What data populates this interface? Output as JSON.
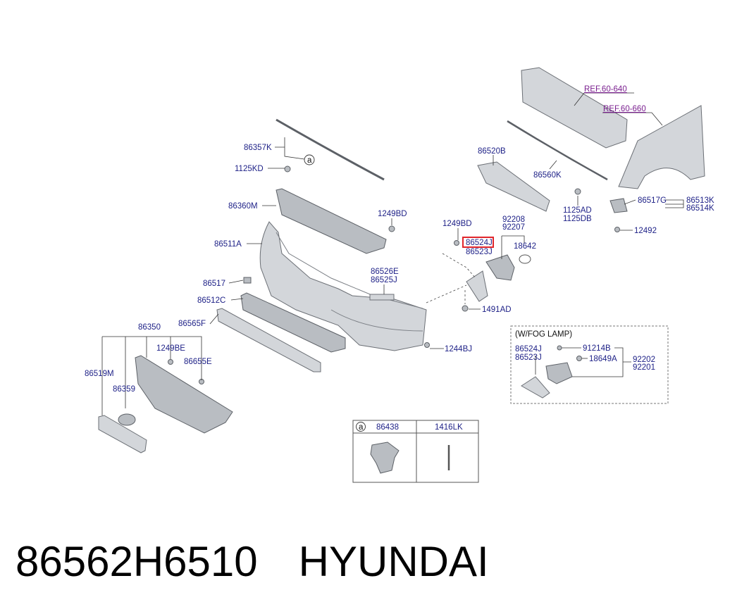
{
  "labels": {
    "ref_60_640": "REF.60-640",
    "ref_60_660": "REF.60-660",
    "p86357K": "86357K",
    "p1125KD": "1125KD",
    "callout_a": "a",
    "p86360M": "86360M",
    "p1249BD_left": "1249BD",
    "p86511A": "86511A",
    "p86517": "86517",
    "p86512C": "86512C",
    "p86565F": "86565F",
    "p86350": "86350",
    "p1249BE": "1249BE",
    "p86655E": "86655E",
    "p86519M": "86519M",
    "p86359": "86359",
    "p86526E": "86526E",
    "p86525J": "86525J",
    "p1249BD_right": "1249BD",
    "p86524J_highlight": "86524J",
    "p86523J": "86523J",
    "p92208": "92208",
    "p92207": "92207",
    "p18642": "18642",
    "p1491AD": "1491AD",
    "p1244BJ": "1244BJ",
    "p86520B": "86520B",
    "p86560K": "86560K",
    "p1125AD": "1125AD",
    "p1125DB": "1125DB",
    "p86517G": "86517G",
    "p86513K": "86513K",
    "p86514K": "86514K",
    "p12492": "12492"
  },
  "fog_box": {
    "title": "(W/FOG LAMP)",
    "p86524J": "86524J",
    "p86523J": "86523J",
    "p91214B": "91214B",
    "p18649A": "18649A",
    "p92202": "92202",
    "p92201": "92201"
  },
  "legend_table": {
    "callout": "a",
    "col1": "86438",
    "col2": "1416LK"
  },
  "footer": {
    "part_number": "86562H6510",
    "brand": "HYUNDAI"
  },
  "colors": {
    "label_text": "#1c1f86",
    "ref_link": "#7a1f8f",
    "highlight_box": "#e0252b",
    "part_fill": "#d3d6da"
  }
}
